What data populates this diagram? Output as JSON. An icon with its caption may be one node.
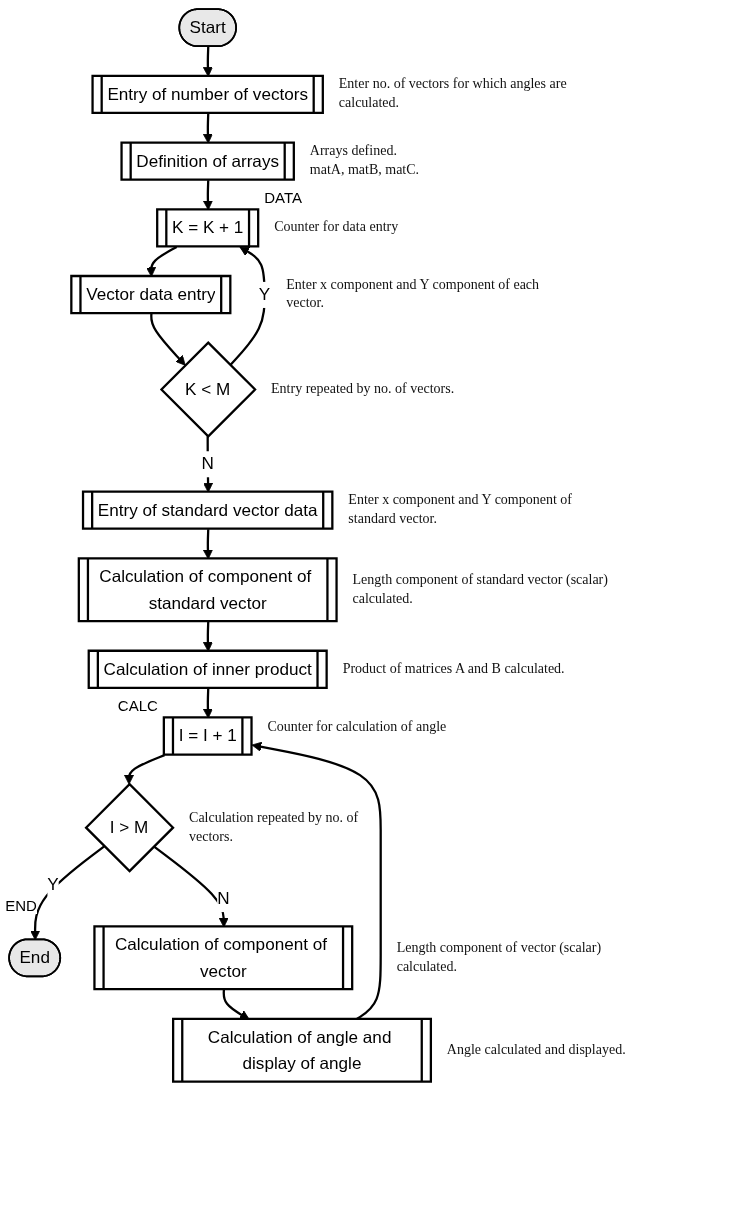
{
  "diagram": {
    "nodes": [
      {
        "text": [
          "Start"
        ]
      },
      {
        "text": [
          "Entry of number of vectors"
        ],
        "beside": [
          "Enter no. of vectors for which angles are calculated."
        ]
      },
      {
        "text": [
          "Definition of arrays"
        ],
        "beside": [
          "Arrays defined.",
          "matA, matB, matC."
        ]
      },
      {
        "text": [
          "K = K + 1"
        ],
        "beside": [
          "Counter for data entry"
        ]
      },
      {
        "text": [
          "Vector data entry"
        ],
        "beside": [
          "Enter x component and Y component of each vector."
        ]
      },
      {
        "text": [
          "K < M"
        ],
        "beside": [
          "Entry repeated by no. of vectors."
        ]
      },
      {
        "text": [
          "Entry of standard vector data"
        ],
        "beside": [
          "Enter x component and Y component of standard vector."
        ]
      },
      {
        "text": [
          "Calculation of component of standard vector"
        ],
        "beside": [
          "Length component of standard vector (scalar) calculated."
        ]
      },
      {
        "text": [
          "Calculation of inner product"
        ],
        "beside": [
          "Product of matrices A and B calculated."
        ]
      },
      {
        "text": [
          "I = I + 1"
        ],
        "beside": [
          "Counter for calculation of angle"
        ]
      },
      {
        "text": [
          "I > M"
        ],
        "beside": [
          "Calculation repeated by no. of vectors."
        ]
      },
      {
        "text": [
          "End"
        ]
      },
      {
        "text": [
          "Calculation of component of vector"
        ],
        "beside": [
          "Length component of vector (scalar) calculated."
        ]
      },
      {
        "text": [
          "Calculation of angle and display of angle"
        ],
        "beside": [
          "Angle calculated and displayed."
        ]
      }
    ],
    "edges": [
      {
        "from": 0,
        "to": 1,
        "arrow": "to"
      },
      {
        "from": 1,
        "to": 2,
        "arrow": "to"
      },
      {
        "from": 2,
        "to": 3,
        "arrow": "to"
      },
      {
        "from": 3,
        "to": 4,
        "arrow": "to"
      },
      {
        "from": 4,
        "to": 5,
        "arrow": "to"
      },
      {
        "from": 5,
        "to": 3,
        "label": "Y",
        "arrow": "to"
      },
      {
        "from": 5,
        "to": 6,
        "label": "N",
        "arrow": "to"
      },
      {
        "from": 6,
        "to": 7,
        "arrow": "to"
      },
      {
        "from": 7,
        "to": 8,
        "arrow": "to"
      },
      {
        "from": 8,
        "to": 9,
        "arrow": "to"
      },
      {
        "from": 9,
        "to": 10,
        "arrow": "to"
      },
      {
        "from": 10,
        "to": 11,
        "label": "Y",
        "arrow": "to"
      },
      {
        "from": 10,
        "to": 12,
        "label": "N",
        "arrow": "to"
      },
      {
        "from": 12,
        "to": 13,
        "arrow": "to"
      },
      {
        "from": 13,
        "to": 9,
        "arrow": "to"
      }
    ],
    "labels": [
      "DATA",
      "CALC",
      "END"
    ]
  }
}
